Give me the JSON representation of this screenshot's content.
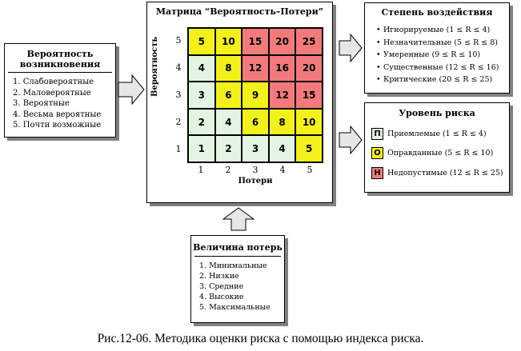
{
  "probability": {
    "title_line1": "Вероятность",
    "title_line2": "возникновения",
    "items": [
      "1. Слабовероятные",
      "2. Маловероятные",
      "3. Вероятные",
      "4. Весьма вероятные",
      "5. Почти возможные"
    ]
  },
  "matrix": {
    "title": "Матрица “Вероятность–Потери”",
    "y_axis_label": "Вероятность",
    "x_axis_label": "Потери",
    "row_labels": [
      "5",
      "4",
      "3",
      "2",
      "1"
    ],
    "col_labels": [
      "1",
      "2",
      "3",
      "4",
      "5"
    ],
    "rows": [
      [
        {
          "v": "5",
          "c": "mid"
        },
        {
          "v": "10",
          "c": "mid"
        },
        {
          "v": "15",
          "c": "high"
        },
        {
          "v": "20",
          "c": "high"
        },
        {
          "v": "25",
          "c": "high"
        }
      ],
      [
        {
          "v": "4",
          "c": "low"
        },
        {
          "v": "8",
          "c": "mid"
        },
        {
          "v": "12",
          "c": "high"
        },
        {
          "v": "16",
          "c": "high"
        },
        {
          "v": "20",
          "c": "high"
        }
      ],
      [
        {
          "v": "3",
          "c": "low"
        },
        {
          "v": "6",
          "c": "mid"
        },
        {
          "v": "9",
          "c": "mid"
        },
        {
          "v": "12",
          "c": "high"
        },
        {
          "v": "15",
          "c": "high"
        }
      ],
      [
        {
          "v": "2",
          "c": "low"
        },
        {
          "v": "4",
          "c": "low"
        },
        {
          "v": "6",
          "c": "mid"
        },
        {
          "v": "8",
          "c": "mid"
        },
        {
          "v": "10",
          "c": "mid"
        }
      ],
      [
        {
          "v": "1",
          "c": "low"
        },
        {
          "v": "2",
          "c": "low"
        },
        {
          "v": "3",
          "c": "low"
        },
        {
          "v": "4",
          "c": "low"
        },
        {
          "v": "5",
          "c": "mid"
        }
      ]
    ]
  },
  "impact": {
    "title": "Степень воздействия",
    "items": [
      "Игнорируемые (1 ≤ R ≤ 4)",
      "Незначительные (5 ≤ R ≤ 8)",
      "Умеренные (9 ≤ R ≤ 10)",
      "Существенные (12 ≤ R ≤ 16)",
      "Критические (20 ≤ R ≤ 25)"
    ]
  },
  "risk_level": {
    "title": "Уровень риска",
    "items": [
      {
        "symbol": "П",
        "label": "Приемлемые (1 ≤ R ≤ 4)",
        "color": "#e3f4e2"
      },
      {
        "symbol": "О",
        "label": "Оправданные (5 ≤ R ≤ 10)",
        "color": "#f2f21a"
      },
      {
        "symbol": "Н",
        "label": "Недопустимые (12 ≤ R ≤ 25)",
        "color": "#f27a7a"
      }
    ]
  },
  "loss": {
    "title": "Величина потерь",
    "items": [
      "1. Минимальные",
      "2. Низкие",
      "3. Средние",
      "4. Высокие",
      "5. Максимальные"
    ]
  },
  "caption": "Рис.12-06. Методика оценки риска с помощью индекса риска.",
  "colors": {
    "low": "#e3f4e2",
    "mid": "#f2f21a",
    "high": "#f27a7a",
    "arrow_fill": "#e6e6e6"
  }
}
